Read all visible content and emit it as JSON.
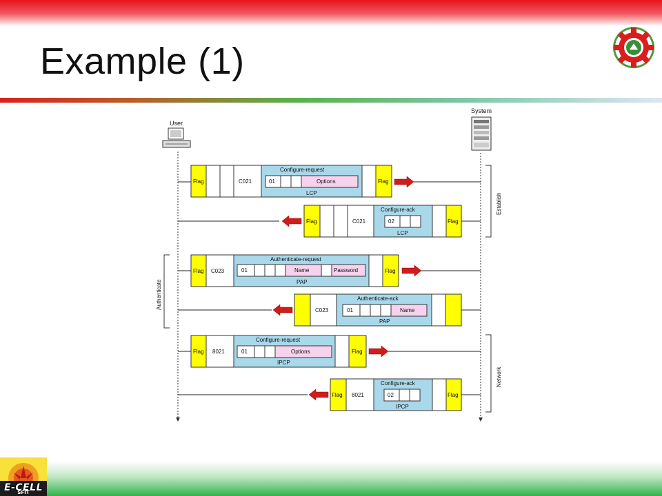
{
  "slide": {
    "title": "Example (1)"
  },
  "colors": {
    "flag": "#ffff00",
    "frame_info": "#a8d8ea",
    "field_pink": "#f7d2ec",
    "arrow_red": "#d21b1b"
  },
  "icons": {
    "user_icon": "computer-icon",
    "system_icon": "server-icon",
    "top_logo": "gear-emblem-icon",
    "bottom_logo": "ecell-logo-icon"
  },
  "diagram": {
    "user_label": "User",
    "system_label": "System",
    "phases": {
      "establish": "Establish",
      "authenticate": "Authenticate",
      "network": "Network"
    },
    "frames": [
      {
        "flag_left": "Flag",
        "protocol": "C021",
        "message": "Configure-request",
        "code": "01",
        "data_field": "Options",
        "layer": "LCP",
        "flag_right": "Flag"
      },
      {
        "flag_left": "Flag",
        "protocol": "C021",
        "message": "Configure-ack",
        "code": "02",
        "layer": "LCP",
        "flag_right": "Flag"
      },
      {
        "flag_left": "Flag",
        "protocol": "C023",
        "message": "Authenticate-request",
        "code": "01",
        "name_field": "Name",
        "password_field": "Password",
        "layer": "PAP",
        "flag_right": "Flag"
      },
      {
        "protocol": "C023",
        "message": "Authenticate-ack",
        "code": "01",
        "name_field": "Name",
        "layer": "PAP"
      },
      {
        "flag_left": "Flag",
        "protocol": "8021",
        "message": "Configure-request",
        "code": "01",
        "data_field": "Options",
        "layer": "IPCP",
        "flag_right": "Flag"
      },
      {
        "flag_left": "Flag",
        "protocol": "8021",
        "message": "Configure-ack",
        "code": "02",
        "layer": "IPCP",
        "flag_right": "Flag"
      }
    ]
  },
  "footer": {
    "logo_text": "E-CELL",
    "logo_subtext": "SFIT"
  }
}
